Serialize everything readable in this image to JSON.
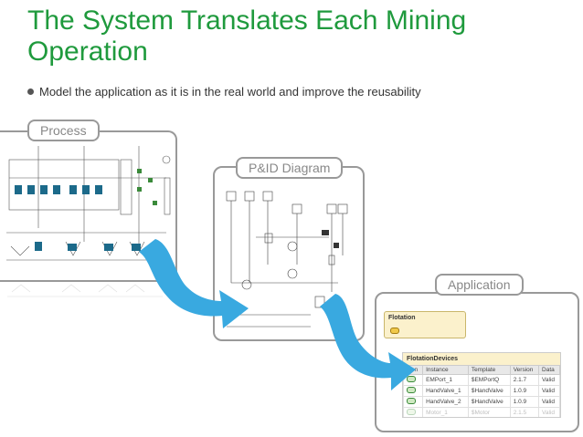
{
  "slide": {
    "title": "The System Translates Each Mining Operation",
    "bullet": "Model the application as it is in the real world and improve the reusability"
  },
  "panels": {
    "process_label": "Process",
    "pid_label": "P&ID Diagram",
    "application_label": "Application"
  },
  "application": {
    "flotation_title": "Flotation",
    "devices_title": "FlotationDevices",
    "columns": [
      "Icon",
      "Instance",
      "Template",
      "Version",
      "Data"
    ],
    "rows": [
      [
        "EMPort_1",
        "$EMPortQ",
        "2.1.7",
        "Valid"
      ],
      [
        "HandValve_1",
        "$HandValve",
        "1.0.9",
        "Valid"
      ],
      [
        "HandValve_2",
        "$HandValve",
        "1.0.9",
        "Valid"
      ],
      [
        "Motor_1",
        "$Motor",
        "2.1.5",
        "Valid"
      ]
    ]
  },
  "colors": {
    "title": "#1f9a3d",
    "arrow": "#39a9e0",
    "frame_border": "#999999"
  }
}
